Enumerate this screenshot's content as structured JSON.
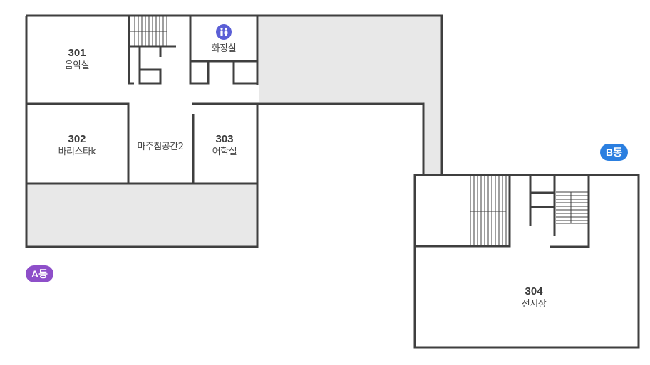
{
  "floor_plan": {
    "colors": {
      "wall": "#3f3f3f",
      "corridor_fill": "#e8e8e8",
      "building_a": "#8e4fc9",
      "building_b": "#2b7fe0",
      "restroom_icon": "#5b5fd6"
    },
    "buildings": [
      {
        "id": "A",
        "label": "A동"
      },
      {
        "id": "B",
        "label": "B동"
      }
    ],
    "rooms": [
      {
        "number": "301",
        "name": "음악실"
      },
      {
        "number": "302",
        "name": "바리스타k"
      },
      {
        "number": "303",
        "name": "어학실"
      },
      {
        "number": "304",
        "name": "전시장"
      }
    ],
    "spaces": [
      {
        "name": "마주침공간2"
      },
      {
        "name": "화장실",
        "icon": "restroom-icon"
      }
    ]
  }
}
